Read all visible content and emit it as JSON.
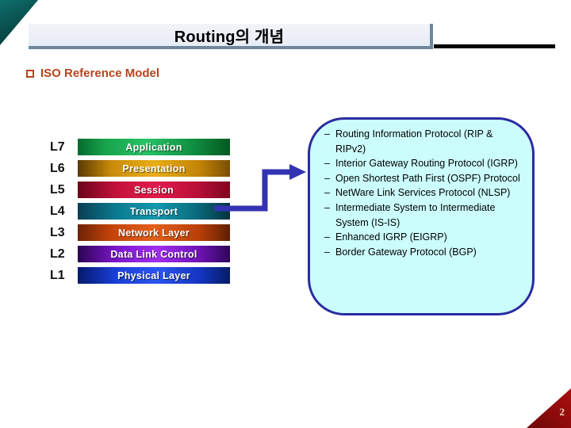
{
  "slide": {
    "title": "Routing의 개념",
    "page_number": "2",
    "heading": {
      "bullet_icon": "hollow-square-bullet-icon",
      "label": "ISO Reference Model",
      "color": "#b5441d"
    },
    "accent_colors": {
      "title_box_fill": "#eceff6",
      "title_box_edge": "#6e879c",
      "title_rule": "#000000",
      "corner_top_left": "#0a514f",
      "corner_bottom_right": "#8e0b0b",
      "callout_fill": "#ccfdfd",
      "callout_border": "#2b2ba0",
      "arrow": "#3333b3"
    }
  },
  "osi_stack": {
    "name": "ISO Reference Model layer stack",
    "layers": [
      {
        "level": "L7",
        "label": "Application",
        "color": "#18a34b",
        "gradient": "linear-gradient(90deg,#036b2d 0%,#18a34b 18%,#27c267 45%,#0f8a3e 78%,#04591f 100%)"
      },
      {
        "level": "L6",
        "label": "Presentation",
        "color": "#c98b0a",
        "gradient": "linear-gradient(90deg,#5a3a04 0%,#c98b0a 22%,#e8ad16 50%,#c28407 80%,#7a4e05 100%)"
      },
      {
        "level": "L5",
        "label": "Session",
        "color": "#c2123c",
        "gradient": "linear-gradient(90deg,#6b0418 0%,#c2123c 25%,#e31b4d 52%,#b50f36 80%,#7d0620 100%)"
      },
      {
        "level": "L4",
        "label": "Transport",
        "color": "#0b7a90",
        "gradient": "linear-gradient(90deg,#0a3d52 0%,#0b7a90 25%,#1398ad 52%,#0a6b7e 78%,#03323f 100%)"
      },
      {
        "level": "L3",
        "label": "Network Layer",
        "color": "#c4430a",
        "gradient": "linear-gradient(90deg,#6b2304 0%,#c4430a 22%,#e2601b 50%,#b83e08 80%,#5e2003 100%)"
      },
      {
        "level": "L2",
        "label": "Data Link Control",
        "color": "#7b16c9",
        "gradient": "linear-gradient(90deg,#2c0454 0%,#7b16c9 25%,#a02ef0 52%,#6d12b4 80%,#2e0658 100%)"
      },
      {
        "level": "L1",
        "label": "Physical Layer",
        "color": "#1a3fd6",
        "gradient": "linear-gradient(90deg,#041a6e 0%,#1a3fd6 25%,#2b55f0 52%,#1435c0 80%,#061c66 100%)"
      }
    ]
  },
  "protocol_callout": {
    "name": "Layer 3 routing protocols list",
    "dash": "–",
    "items": [
      "Routing Information Protocol (RIP & RIPv2)",
      "Interior Gateway Routing Protocol (IGRP)",
      "Open Shortest Path First (OSPF) Protocol",
      "NetWare Link Services Protocol (NLSP)",
      "Intermediate System to Intermediate System (IS-IS)",
      "Enhanced IGRP (EIGRP)",
      "Border Gateway Protocol (BGP)"
    ]
  }
}
